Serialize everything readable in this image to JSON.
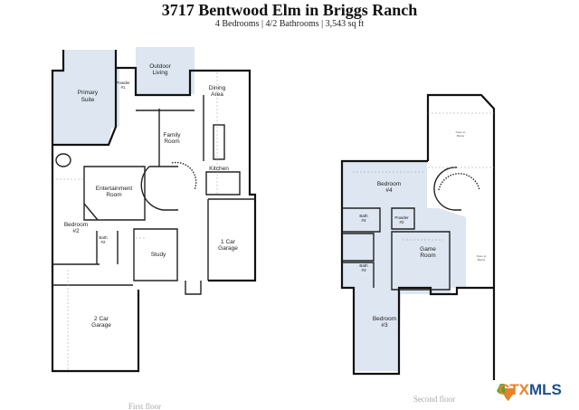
{
  "header": {
    "title": "3717 Bentwood Elm in Briggs Ranch",
    "subtitle": "4 Bedrooms | 4/2 Bathrooms | 3,543 sq ft"
  },
  "first_floor": {
    "label": "First floor",
    "rooms": {
      "primary_suite": [
        "Primary",
        "Suite"
      ],
      "outdoor_living": [
        "Outdoor",
        "Living"
      ],
      "powder1": [
        "Powder",
        "#1"
      ],
      "dining": [
        "Dining",
        "Area"
      ],
      "family": [
        "Family",
        "Room"
      ],
      "kitchen": "Kitchen",
      "entertainment": [
        "Entertainment",
        "Room"
      ],
      "bedroom2": [
        "Bedroom",
        "#2"
      ],
      "bath2": [
        "Bath",
        "#2"
      ],
      "study": "Study",
      "garage1": [
        "1 Car",
        "Garage"
      ],
      "garage2": [
        "2 Car",
        "Garage"
      ]
    }
  },
  "second_floor": {
    "label": "Second floor",
    "rooms": {
      "bedroom4": [
        "Bedroom",
        "#4"
      ],
      "bath4": [
        "Bath",
        "#4"
      ],
      "powder2": [
        "Powder",
        "#2"
      ],
      "game": [
        "Game",
        "Room"
      ],
      "bath3": [
        "Bath",
        "#3"
      ],
      "bedroom3": [
        "Bedroom",
        "#3"
      ],
      "open_below": [
        "Open to",
        "Below"
      ]
    }
  },
  "logo": {
    "text_a": "CTX",
    "text_b": "MLS",
    "color_a": "#e8832a",
    "color_b": "#1f4e8c"
  },
  "colors": {
    "room_fill": "#dde6f1",
    "wall": "#111111"
  }
}
